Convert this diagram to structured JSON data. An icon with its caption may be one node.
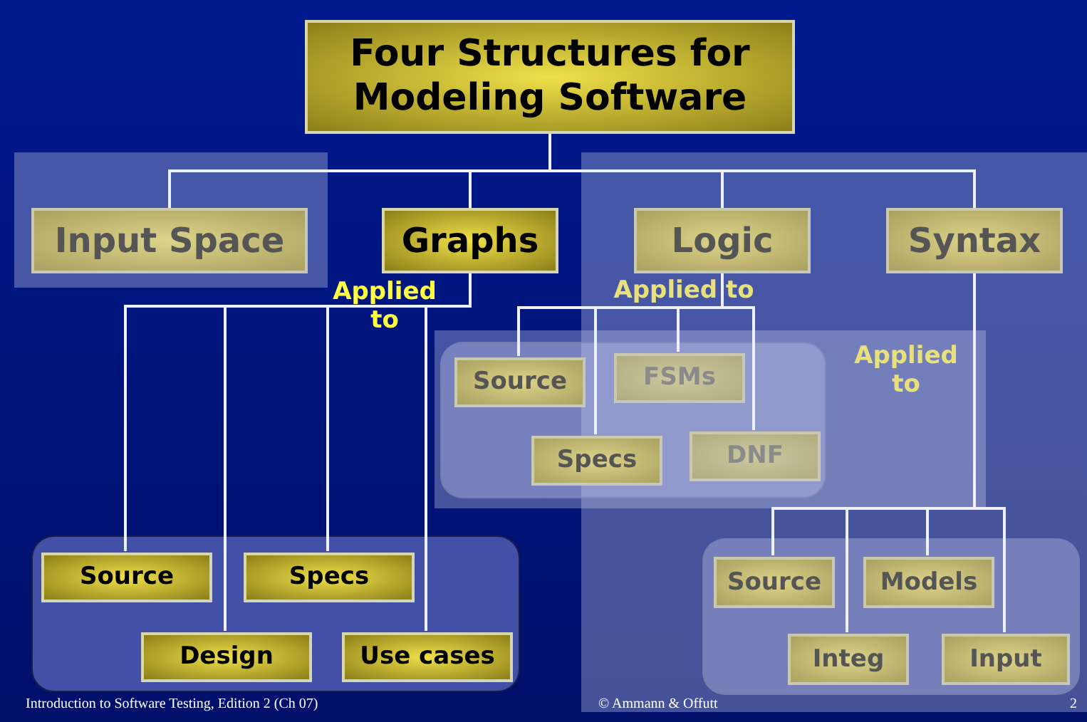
{
  "diagram": {
    "nodes": [
      {
        "text": [
          "Four Structures for Modeling Software"
        ]
      },
      {
        "text": [
          "Input Space"
        ]
      },
      {
        "text": [
          "Graphs"
        ]
      },
      {
        "text": [
          "Logic"
        ]
      },
      {
        "text": [
          "Syntax"
        ]
      },
      {
        "text": [],
        "shape": "box"
      },
      {
        "text": [
          "Source"
        ],
        "in": 5
      },
      {
        "text": [
          "Specs"
        ],
        "in": 5
      },
      {
        "text": [
          "Design"
        ],
        "in": 5
      },
      {
        "text": [
          "Use cases"
        ],
        "in": 5
      },
      {
        "text": [],
        "shape": "box"
      },
      {
        "text": [
          "Source"
        ],
        "in": 10
      },
      {
        "text": [
          "FSMs"
        ],
        "in": 10
      },
      {
        "text": [
          "Specs"
        ],
        "in": 10
      },
      {
        "text": [
          "DNF"
        ],
        "in": 10
      },
      {
        "text": [],
        "shape": "box"
      },
      {
        "text": [
          "Source"
        ],
        "in": 15
      },
      {
        "text": [
          "Models"
        ],
        "in": 15
      },
      {
        "text": [
          "Integ"
        ],
        "in": 15
      },
      {
        "text": [
          "Input"
        ],
        "in": 15
      }
    ],
    "edges": [
      {
        "from": 0,
        "to": 1,
        "arrow": "none"
      },
      {
        "from": 0,
        "to": 2,
        "arrow": "none"
      },
      {
        "from": 0,
        "to": 3,
        "arrow": "none"
      },
      {
        "from": 0,
        "to": 4,
        "arrow": "none"
      },
      {
        "from": 2,
        "to": 6,
        "arrow": "none"
      },
      {
        "from": 2,
        "to": 8,
        "arrow": "none"
      },
      {
        "from": 2,
        "to": 7,
        "arrow": "none"
      },
      {
        "from": 2,
        "to": 9,
        "arrow": "none"
      },
      {
        "from": 3,
        "to": 11,
        "arrow": "none"
      },
      {
        "from": 3,
        "to": 13,
        "arrow": "none"
      },
      {
        "from": 3,
        "to": 12,
        "arrow": "none"
      },
      {
        "from": 3,
        "to": 14,
        "arrow": "none"
      },
      {
        "from": 4,
        "to": 16,
        "arrow": "none"
      },
      {
        "from": 4,
        "to": 18,
        "arrow": "none"
      },
      {
        "from": 4,
        "to": 17,
        "arrow": "none"
      },
      {
        "from": 4,
        "to": 19,
        "arrow": "none"
      }
    ],
    "labels": [
      "Applied to",
      "Applied to",
      "Applied to",
      "Introduction to Software Testing, Edition 2 (Ch 07)",
      "© Ammann & Offutt",
      "2"
    ]
  }
}
